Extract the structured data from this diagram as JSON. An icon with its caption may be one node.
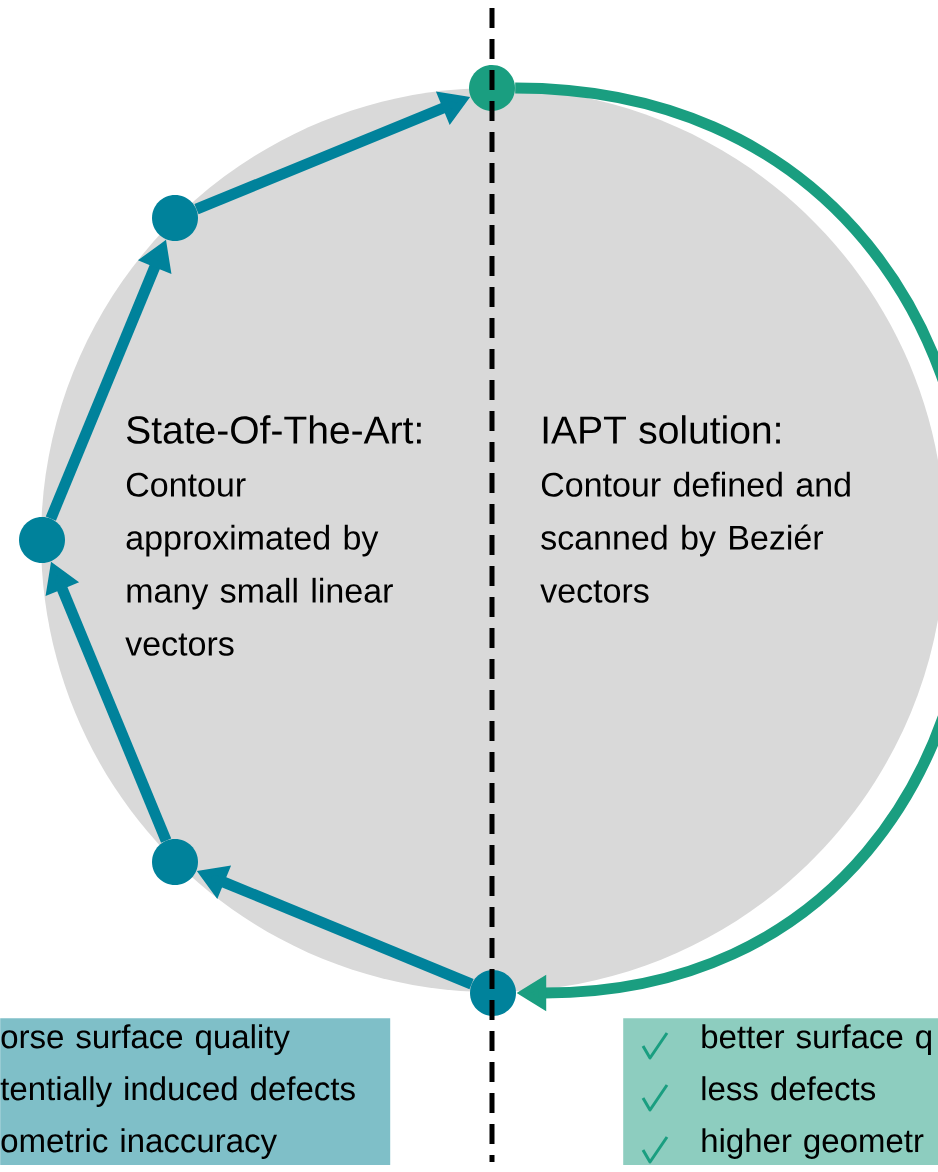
{
  "diagram": {
    "nodes": [
      {
        "text": [],
        "shape": "circle"
      },
      {
        "text": [],
        "shape": "circle"
      },
      {
        "text": [],
        "shape": "circle"
      },
      {
        "text": [],
        "shape": "circle"
      },
      {
        "text": [],
        "shape": "circle"
      },
      {
        "text": [],
        "shape": "circle"
      },
      {
        "text": [
          "State-Of-The-Art:",
          "Contour approximated by many small linear vectors"
        ],
        "in": 0
      },
      {
        "text": [
          "IAPT solution:",
          "Contour defined and scanned by Beziér vectors"
        ],
        "in": 0
      },
      {
        "text": [
          "orse surface quality",
          "tentially induced defects",
          "ometric inaccuracy"
        ]
      },
      {
        "text": [
          "better surface q",
          "less defects",
          "higher geometr"
        ]
      }
    ],
    "edges": [
      {
        "from": 5,
        "to": 4,
        "arrow": "to"
      },
      {
        "from": 4,
        "to": 3,
        "arrow": "to"
      },
      {
        "from": 3,
        "to": 2,
        "arrow": "to"
      },
      {
        "from": 2,
        "to": 1,
        "arrow": "to"
      },
      {
        "from": 1,
        "to": 5,
        "arrow": "to",
        "color": "#1a9e80"
      }
    ]
  }
}
